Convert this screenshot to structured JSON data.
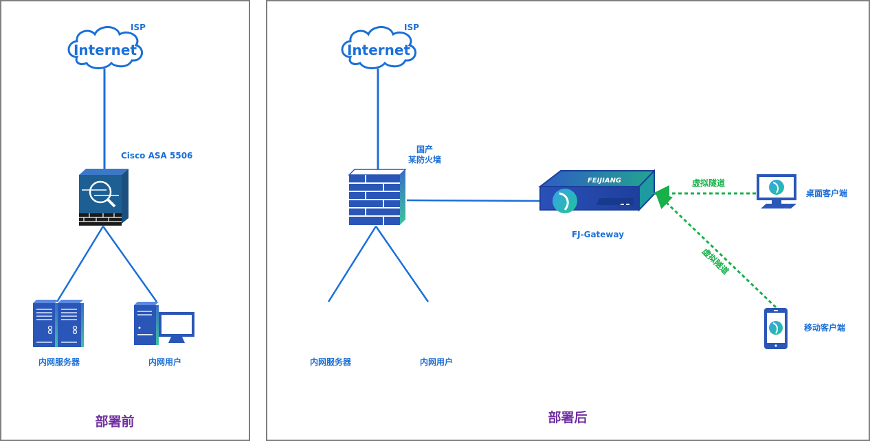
{
  "before": {
    "title": "部署前",
    "isp_label": "ISP",
    "internet_label": "Internet",
    "firewall_label": "Cisco ASA 5506",
    "server_label": "内网服务器",
    "user_label": "内网用户"
  },
  "after": {
    "title": "部署后",
    "isp_label": "ISP",
    "internet_label": "Internet",
    "firewall_label_line1": "国产",
    "firewall_label_line2": "某防火墙",
    "gateway_label": "FJ-Gateway",
    "gateway_brand": "FEIJIANG",
    "server_label": "内网服务器",
    "user_label": "内网用户",
    "desktop_client_label": "桌面客户端",
    "mobile_client_label": "移动客户端",
    "tunnel_label_desktop": "虚拟隧道",
    "tunnel_label_mobile": "虚拟隧道"
  },
  "colors": {
    "link": "#1a6fd8",
    "device_blue": "#2a56b8",
    "tunnel_green": "#17b04a",
    "title_purple": "#7030a0",
    "border_gray": "#7f7f7f"
  }
}
